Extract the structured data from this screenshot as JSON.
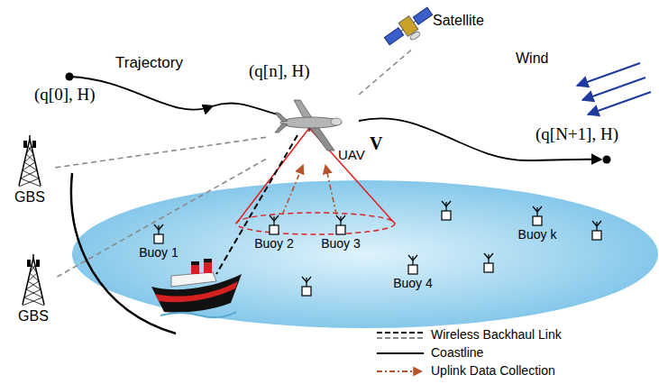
{
  "diagram": {
    "nodes": [
      {
        "text": [
          "Satellite"
        ]
      },
      {
        "text": [
          "UAV"
        ]
      },
      {
        "text": [
          "GBS"
        ]
      },
      {
        "text": [
          "GBS"
        ]
      },
      {
        "text": [
          "Buoy 1"
        ]
      },
      {
        "text": [
          "Buoy 2"
        ]
      },
      {
        "text": [
          "Buoy 3"
        ]
      },
      {
        "text": [
          "Buoy k"
        ]
      },
      {
        "text": [
          "Buoy 4"
        ]
      }
    ],
    "edges": [
      {
        "from": 1,
        "to": 0,
        "arrow": "none"
      },
      {
        "from": 1,
        "to": 2,
        "arrow": "none"
      },
      {
        "from": 1,
        "to": 3,
        "arrow": "none"
      },
      {
        "from": 5,
        "to": 1,
        "arrow": "to"
      },
      {
        "from": 6,
        "to": 1,
        "arrow": "to"
      }
    ],
    "labels": [
      "Trajectory",
      "(q[0], H)",
      "(q[n], H)",
      "Wind",
      "V",
      "(q[N+1], H)"
    ],
    "legend": [
      {
        "text": "Wireless Backhaul Link"
      },
      {
        "text": "Coastline"
      },
      {
        "text": "Uplink Data Collection"
      }
    ]
  }
}
